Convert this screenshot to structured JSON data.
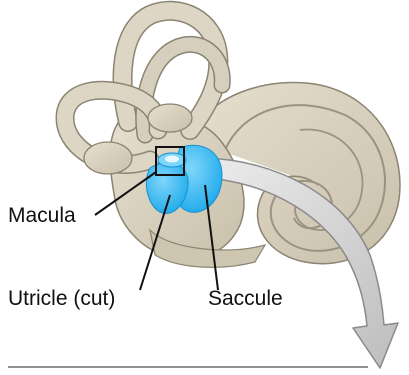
{
  "labels": {
    "macula": "Macula",
    "utricle": "Utricle (cut)",
    "saccule": "Saccule"
  },
  "colors": {
    "bone": "#ddd6c5",
    "bone_shadow": "#c9c0ab",
    "bone_outline": "#8c8472",
    "otolith_organ": "#2bb6f2",
    "otolith_highlight": "#7fd6fb",
    "arrow_fill": "#d4d4d4",
    "arrow_stroke": "#8a8a8a",
    "leader_line": "#111111",
    "divider": "#222222"
  }
}
